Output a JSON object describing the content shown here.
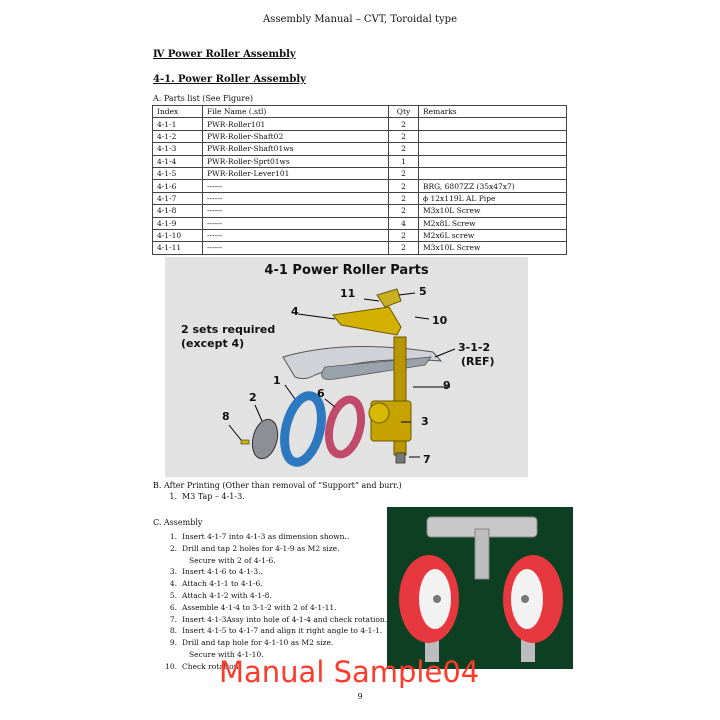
{
  "header": "Assembly Manual – CVT, Toroidal type",
  "section_title": "Ⅳ Power Roller Assembly",
  "subsection_title": "4-1. Power Roller Assembly",
  "parts_list": {
    "heading": "A. Parts list (See Figure)",
    "columns": [
      "Index",
      "File Name (.stl)",
      "Qty",
      "Remarks"
    ],
    "rows": [
      [
        "4-1-1",
        "PWR-Roller101",
        "2",
        ""
      ],
      [
        "4-1-2",
        "PWR-Roller-Shaft02",
        "2",
        ""
      ],
      [
        "4-1-3",
        "PWR-Roller-Shaft01ws",
        "2",
        ""
      ],
      [
        "4-1-4",
        "PWR-Roller-Sprt01ws",
        "1",
        ""
      ],
      [
        "4-1-5",
        "PWR-Roller-Lever101",
        "2",
        ""
      ],
      [
        "4-1-6",
        "------",
        "2",
        "BRG, 6807ZZ (35x47x7)"
      ],
      [
        "4-1-7",
        "------",
        "2",
        "ϕ 12x119L AL Pipe"
      ],
      [
        "4-1-8",
        "------",
        "2",
        "M3x10L Screw"
      ],
      [
        "4-1-9",
        "------",
        "4",
        "M2x8L Screw"
      ],
      [
        "4-1-10",
        "------",
        "2",
        "M2x6L screw"
      ],
      [
        "4-1-11",
        "------",
        "2",
        "M3x10L Screw"
      ]
    ]
  },
  "figure": {
    "title": "4-1  Power Roller Parts",
    "note_line1": "2 sets required",
    "note_line2": "(except 4)",
    "labels": {
      "l1": "1",
      "l2": "2",
      "l3": "3",
      "l4": "4",
      "l5": "5",
      "l6": "6",
      "l7": "7",
      "l8": "8",
      "l9": "9",
      "l10": "10",
      "l11": "11",
      "ref_line1": "3-1-2",
      "ref_line2": "(REF)"
    }
  },
  "after_printing": {
    "heading": "B. After Printing (Other than removal of “Support” and burr.)",
    "items": [
      {
        "num": "1.",
        "text": "M3 Tap – 4-1-3."
      }
    ]
  },
  "assembly": {
    "heading": "C. Assembly",
    "steps": [
      {
        "num": "1.",
        "text": "Insert 4-1-7 into 4-1-3 as dimension shown..",
        "cont": ""
      },
      {
        "num": "2.",
        "text": "Drill and tap 2 holes for 4-1-9 as M2 size.",
        "cont": "Secure with 2 of 4-1-6."
      },
      {
        "num": "3.",
        "text": "Insert 4-1-6 to 4-1-3..",
        "cont": ""
      },
      {
        "num": "4.",
        "text": "Attach 4-1-1 to 4-1-6.",
        "cont": ""
      },
      {
        "num": "5.",
        "text": "Attach 4-1-2 with 4-1-8.",
        "cont": ""
      },
      {
        "num": "6.",
        "text": "Assemble 4-1-4 to 3-1-2 with 2 of 4-1-11.",
        "cont": ""
      },
      {
        "num": "7.",
        "text": "Insert 4-1-3Assy into hole of 4-1-4 and check rotation.",
        "cont": ""
      },
      {
        "num": "8.",
        "text": "Insert 4-1-5 to 4-1-7 and align it right angle to 4-1-1.",
        "cont": ""
      },
      {
        "num": "9.",
        "text": "Drill and tap hole for 4-1-10 as M2 size.",
        "cont": "Secure with 4-1-10."
      },
      {
        "num": "10.",
        "text": "Check rotation.",
        "cont": ""
      }
    ]
  },
  "watermark": "Manual Sample04",
  "page_number": "9"
}
